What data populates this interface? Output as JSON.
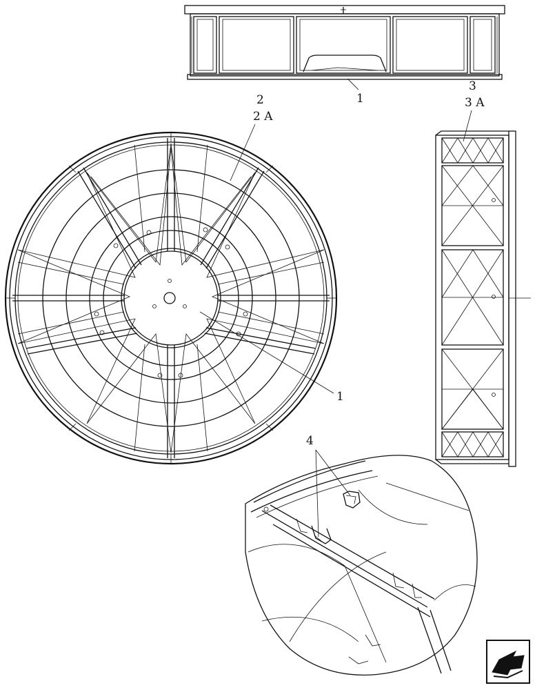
{
  "callouts": {
    "top_panel": "1",
    "fan_guard_ref": "2",
    "fan_guard_ref_alt": "2 A",
    "side_panel_ref": "3",
    "side_panel_ref_alt": "3 A",
    "hub": "1",
    "detail_clips": "4"
  },
  "icons": {
    "navigation": "arrow-icon"
  }
}
